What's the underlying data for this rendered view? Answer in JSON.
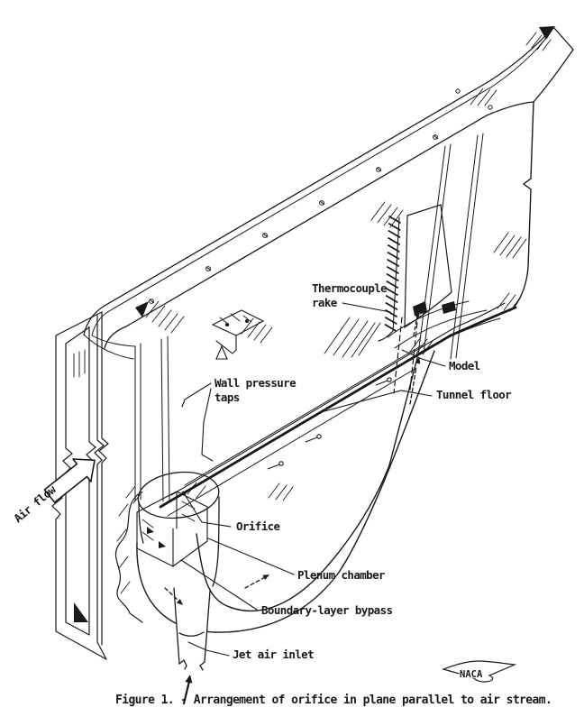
{
  "page": {
    "paper": "#ffffff",
    "ink": "#191919"
  },
  "figure": {
    "caption": "Figure 1. - Arrangement of orifice in plane parallel to air stream.",
    "logo": "NACA"
  },
  "labels": {
    "air_flow": "Air flow",
    "wall_pressure_taps": [
      "Wall pressure",
      "taps"
    ],
    "thermocouple_rake": [
      "Thermocouple",
      "rake"
    ],
    "model": "Model",
    "tunnel_floor": "Tunnel floor",
    "orifice": "Orifice",
    "plenum_chamber": "Plenum chamber",
    "boundary_layer_bypass": "Boundary-layer bypass",
    "jet_air_inlet": "Jet air inlet"
  }
}
